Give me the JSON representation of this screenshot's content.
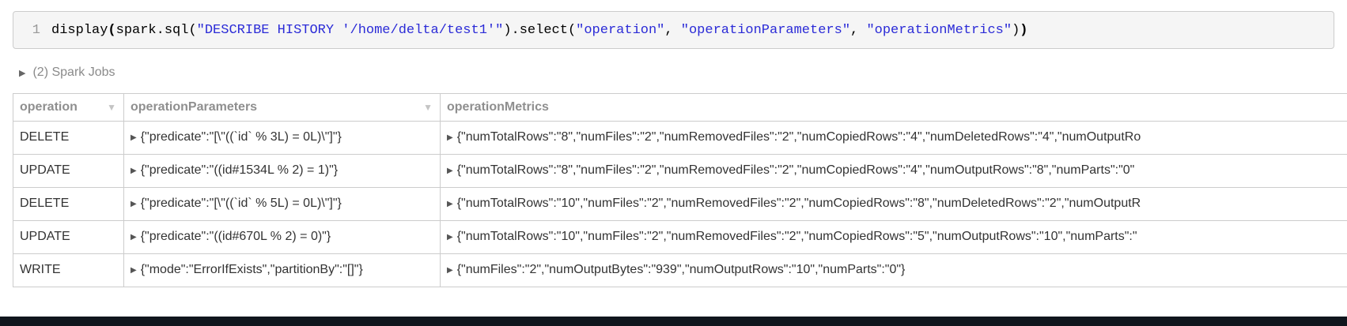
{
  "colors": {
    "code_string": "#2b2bd7",
    "table_border": "#cccccc",
    "bottom_bar": "#10161d"
  },
  "code_cell": {
    "line_number": "1",
    "tokens": [
      {
        "type": "plain",
        "text": "display"
      },
      {
        "type": "bracket",
        "text": "("
      },
      {
        "type": "plain",
        "text": "spark.sql("
      },
      {
        "type": "string",
        "text": "\"DESCRIBE HISTORY '/home/delta/test1'\""
      },
      {
        "type": "plain",
        "text": ").select("
      },
      {
        "type": "string",
        "text": "\"operation\""
      },
      {
        "type": "plain",
        "text": ", "
      },
      {
        "type": "string",
        "text": "\"operationParameters\""
      },
      {
        "type": "plain",
        "text": ", "
      },
      {
        "type": "string",
        "text": "\"operationMetrics\""
      },
      {
        "type": "plain",
        "text": ")"
      },
      {
        "type": "bracket",
        "text": ")"
      }
    ]
  },
  "spark_jobs": {
    "expander_icon": "▶",
    "label": "(2) Spark Jobs"
  },
  "results_table": {
    "cell_expander_icon": "▶",
    "columns": [
      {
        "label": "operation",
        "sort_icon": "▼"
      },
      {
        "label": "operationParameters",
        "sort_icon": "▼"
      },
      {
        "label": "operationMetrics",
        "sort_icon": ""
      }
    ],
    "rows": [
      {
        "operation": "DELETE",
        "operationParameters": "{\"predicate\":\"[\\\"((`id` % 3L) = 0L)\\\"]\"}",
        "operationMetrics": "{\"numTotalRows\":\"8\",\"numFiles\":\"2\",\"numRemovedFiles\":\"2\",\"numCopiedRows\":\"4\",\"numDeletedRows\":\"4\",\"numOutputRo"
      },
      {
        "operation": "UPDATE",
        "operationParameters": "{\"predicate\":\"((id#1534L % 2) = 1)\"}",
        "operationMetrics": "{\"numTotalRows\":\"8\",\"numFiles\":\"2\",\"numRemovedFiles\":\"2\",\"numCopiedRows\":\"4\",\"numOutputRows\":\"8\",\"numParts\":\"0\""
      },
      {
        "operation": "DELETE",
        "operationParameters": "{\"predicate\":\"[\\\"((`id` % 5L) = 0L)\\\"]\"}",
        "operationMetrics": "{\"numTotalRows\":\"10\",\"numFiles\":\"2\",\"numRemovedFiles\":\"2\",\"numCopiedRows\":\"8\",\"numDeletedRows\":\"2\",\"numOutputR"
      },
      {
        "operation": "UPDATE",
        "operationParameters": "{\"predicate\":\"((id#670L % 2) = 0)\"}",
        "operationMetrics": "{\"numTotalRows\":\"10\",\"numFiles\":\"2\",\"numRemovedFiles\":\"2\",\"numCopiedRows\":\"5\",\"numOutputRows\":\"10\",\"numParts\":\""
      },
      {
        "operation": "WRITE",
        "operationParameters": "{\"mode\":\"ErrorIfExists\",\"partitionBy\":\"[]\"}",
        "operationMetrics": "{\"numFiles\":\"2\",\"numOutputBytes\":\"939\",\"numOutputRows\":\"10\",\"numParts\":\"0\"}"
      }
    ]
  }
}
